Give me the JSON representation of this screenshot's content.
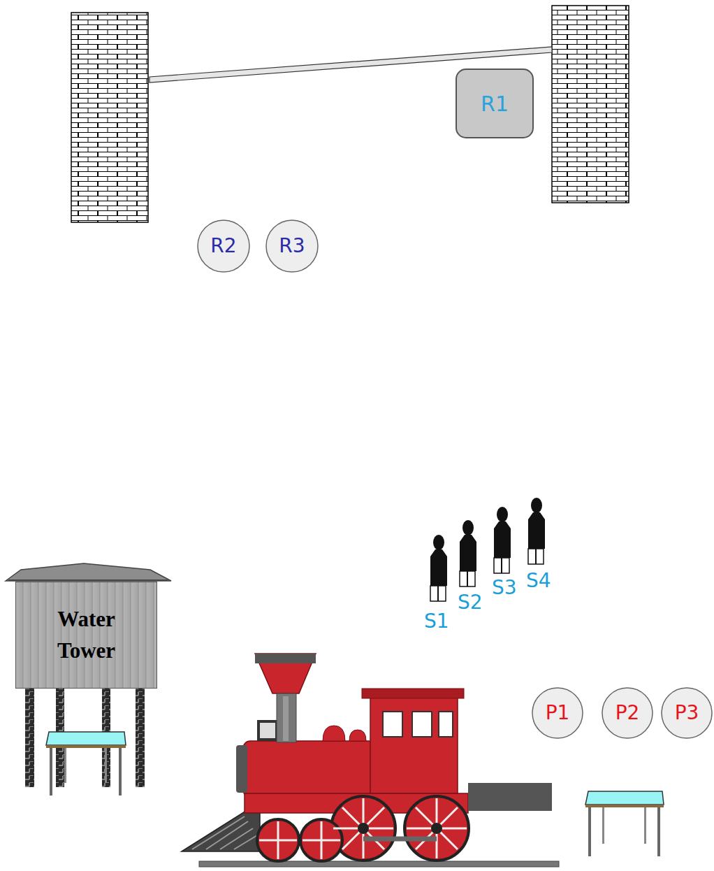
{
  "diagram": {
    "nodes": [
      {
        "text": [
          "R1"
        ]
      },
      {
        "text": [
          "R2"
        ]
      },
      {
        "text": [
          "R3"
        ]
      },
      {
        "text": [
          "Water Tower"
        ]
      },
      {
        "text": [
          "P1"
        ]
      },
      {
        "text": [
          "P2"
        ]
      },
      {
        "text": [
          "P3"
        ]
      }
    ],
    "labels": [
      "S1",
      "S2",
      "S3",
      "S4"
    ]
  }
}
